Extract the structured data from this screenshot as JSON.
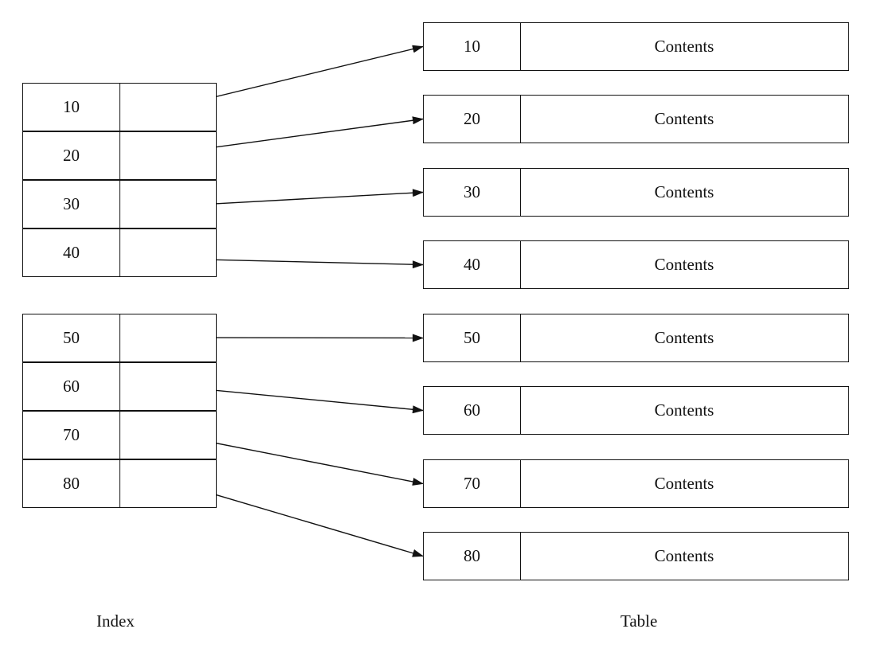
{
  "index": {
    "label": "Index",
    "groups": [
      {
        "keys": [
          "10",
          "20",
          "30",
          "40"
        ]
      },
      {
        "keys": [
          "50",
          "60",
          "70",
          "80"
        ]
      }
    ]
  },
  "table": {
    "label": "Table",
    "rows": [
      {
        "key": "10",
        "value": "Contents"
      },
      {
        "key": "20",
        "value": "Contents"
      },
      {
        "key": "30",
        "value": "Contents"
      },
      {
        "key": "40",
        "value": "Contents"
      },
      {
        "key": "50",
        "value": "Contents"
      },
      {
        "key": "60",
        "value": "Contents"
      },
      {
        "key": "70",
        "value": "Contents"
      },
      {
        "key": "80",
        "value": "Contents"
      }
    ]
  },
  "style": {
    "line_color": "#111111"
  }
}
